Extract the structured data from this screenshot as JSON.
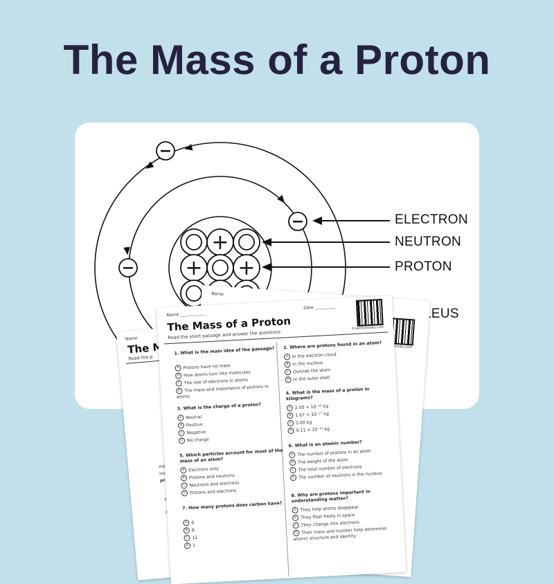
{
  "title": "The Mass of a Proton",
  "diagram": {
    "labels": {
      "electron": "ELECTRON",
      "neutron": "NEUTRON",
      "proton": "PROTON",
      "nucleus": "NUCLEUS"
    },
    "electron_symbol": "−",
    "proton_symbol": "+"
  },
  "worksheet": {
    "name_label": "Name",
    "date_label": "Date",
    "title": "The Mass of a Proton",
    "subtitle": "Read the short passage and answer the questions",
    "website": "©workybooks.com",
    "left_questions": [
      {
        "q": "1. What is the main idea of the passage?",
        "options": [
          {
            "letter": "A",
            "text": "Protons have no mass"
          },
          {
            "letter": "B",
            "text": "How atoms turn into molecules"
          },
          {
            "letter": "C",
            "text": "The role of electrons in atoms"
          },
          {
            "letter": "D",
            "text": "The mass and importance of protons in atoms"
          }
        ]
      },
      {
        "q": "3. What is the charge of a proton?",
        "options": [
          {
            "letter": "A",
            "text": "Neutral"
          },
          {
            "letter": "B",
            "text": "Positive"
          },
          {
            "letter": "C",
            "text": "Negative"
          },
          {
            "letter": "D",
            "text": "No charge"
          }
        ]
      },
      {
        "q": "5. Which particles account for most of the mass of an atom?",
        "options": [
          {
            "letter": "A",
            "text": "Electrons only"
          },
          {
            "letter": "B",
            "text": "Protons and neutrons"
          },
          {
            "letter": "C",
            "text": "Neutrons and electrons"
          },
          {
            "letter": "D",
            "text": "Protons and electrons"
          }
        ]
      },
      {
        "q": "7. How many protons does carbon have?",
        "options": [
          {
            "letter": "A",
            "text": "6"
          },
          {
            "letter": "B",
            "text": "8"
          },
          {
            "letter": "C",
            "text": "12"
          },
          {
            "letter": "D",
            "text": "1"
          }
        ]
      }
    ],
    "right_questions": [
      {
        "q": "2. Where are protons found in an atom?",
        "options": [
          {
            "letter": "A",
            "text": "In the electron cloud"
          },
          {
            "letter": "B",
            "text": "In the nucleus"
          },
          {
            "letter": "C",
            "text": "Outside the atom"
          },
          {
            "letter": "D",
            "text": "In the outer shell"
          }
        ]
      },
      {
        "q": "4. What is the mass of a proton in kilograms?",
        "options": [
          {
            "letter": "A",
            "text": "2.00 × 10⁻²⁸ kg"
          },
          {
            "letter": "B",
            "text": "1.67 × 10⁻²⁷ kg"
          },
          {
            "letter": "C",
            "text": "1.00 kg"
          },
          {
            "letter": "D",
            "text": "9.11 × 10⁻³¹ kg"
          }
        ]
      },
      {
        "q": "6. What is an atomic number?",
        "options": [
          {
            "letter": "A",
            "text": "The number of protons in an atom"
          },
          {
            "letter": "B",
            "text": "The weight of the atom"
          },
          {
            "letter": "C",
            "text": "The total number of electrons"
          },
          {
            "letter": "D",
            "text": "The number of neutrons in the nucleus"
          }
        ]
      },
      {
        "q": "8. Why are protons important in understanding matter?",
        "options": [
          {
            "letter": "A",
            "text": "They help atoms disappear"
          },
          {
            "letter": "B",
            "text": "They float freely in space"
          },
          {
            "letter": "C",
            "text": "They change into electrons"
          },
          {
            "letter": "D",
            "text": "Their mass and number help determine atomic structure and identity"
          }
        ]
      }
    ],
    "back_left": {
      "title_fragment": "The M",
      "subtitle_fragment": "Read the p",
      "text_fragments": [
        "ma",
        "ins",
        "pro",
        "th",
        "ol"
      ]
    }
  }
}
